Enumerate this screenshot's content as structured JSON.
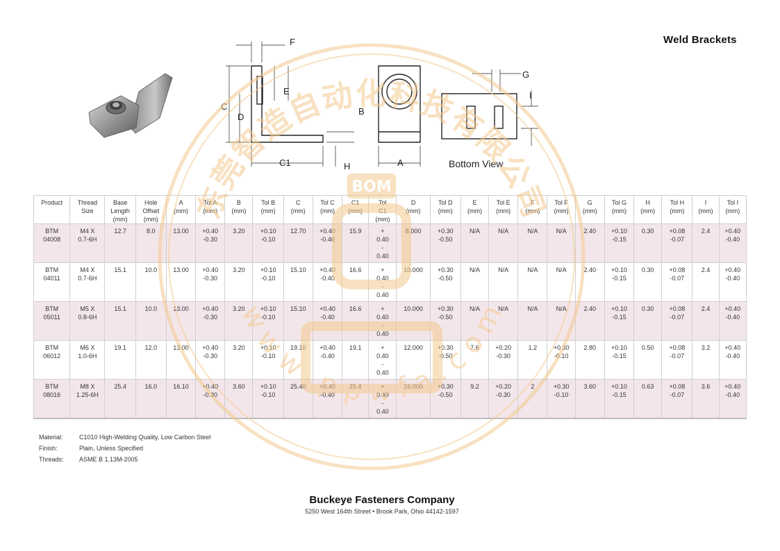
{
  "page_title": "Weld Brackets",
  "drawing": {
    "labels": [
      "F",
      "E",
      "C",
      "D",
      "B",
      "C1",
      "H",
      "A",
      "G",
      "I"
    ],
    "bottom_view_label": "Bottom View"
  },
  "table": {
    "headers": [
      "Product",
      "Thread\nSize",
      "Base\nLength\n(mm)",
      "Hole\nOffset\n(mm)",
      "A\n(mm)",
      "Tol A\n(mm)",
      "B\n(mm)",
      "Tol B\n(mm)",
      "C\n(mm)",
      "Tol C\n(mm)",
      "C1\n(mm)",
      "Tol\nC1\n(mm)",
      "D\n(mm)",
      "Tol D\n(mm)",
      "E\n(mm)",
      "Tol E\n(mm)",
      "F\n(mm)",
      "Tol F\n(mm)",
      "G\n(mm)",
      "Tol G\n(mm)",
      "H\n(mm)",
      "Tol H\n(mm)",
      "I\n(mm)",
      "Tol I\n(mm)"
    ],
    "rows": [
      [
        "BTM\n04008",
        "M4 X\n0.7-6H",
        "12.7",
        "8.0",
        "13.00",
        "+0.40\n-0.30",
        "3.20",
        "+0.10\n-0.10",
        "12.70",
        "+0.40\n-0.40",
        "15.9",
        "+\n0.40\n-\n0.40",
        "8.000",
        "+0.30\n-0.50",
        "N/A",
        "N/A",
        "N/A",
        "N/A",
        "2.40",
        "+0.10\n-0.15",
        "0.30",
        "+0.08\n-0.07",
        "2.4",
        "+0.40\n-0.40"
      ],
      [
        "BTM\n04011",
        "M4 X\n0.7-6H",
        "15.1",
        "10.0",
        "13.00",
        "+0.40\n-0.30",
        "3.20",
        "+0.10\n-0.10",
        "15.10",
        "+0.40\n-0.40",
        "16.6",
        "+\n0.40\n-\n0.40",
        "10.000",
        "+0.30\n-0.50",
        "N/A",
        "N/A",
        "N/A",
        "N/A",
        "2.40",
        "+0.10\n-0.15",
        "0.30",
        "+0.08\n-0.07",
        "2.4",
        "+0.40\n-0.40"
      ],
      [
        "BTM\n05011",
        "M5 X\n0.8-6H",
        "15.1",
        "10.0",
        "13.00",
        "+0.40\n-0.30",
        "3.20",
        "+0.10\n-0.10",
        "15.10",
        "+0.40\n-0.40",
        "16.6",
        "+\n0.40\n-\n0.40",
        "10.000",
        "+0.30\n-0.50",
        "N/A",
        "N/A",
        "N/A",
        "N/A",
        "2.40",
        "+0.10\n-0.15",
        "0.30",
        "+0.08\n-0.07",
        "2.4",
        "+0.40\n-0.40"
      ],
      [
        "BTM\n06012",
        "M6 X\n1.0-6H",
        "19.1",
        "12.0",
        "13.00",
        "+0.40\n-0.30",
        "3.20",
        "+0.10\n-0.10",
        "19.10",
        "+0.40\n-0.40",
        "19.1",
        "+\n0.40\n-\n0.40",
        "12.000",
        "+0.30\n-0.50",
        "7.6",
        "+0.20\n-0.30",
        "1.2",
        "+0.30\n-0.10",
        "2.80",
        "+0.10\n-0.15",
        "0.50",
        "+0.08\n-0.07",
        "3.2",
        "+0.40\n-0.40"
      ],
      [
        "BTM\n08016",
        "M8 X\n1.25-6H",
        "25.4",
        "16.0",
        "16.10",
        "+0.40\n-0.30",
        "3.60",
        "+0.10\n-0.10",
        "25.40",
        "+0.40\n-0.40",
        "25.4",
        "+\n0.40\n-\n0.40",
        "16.000",
        "+0.30\n-0.50",
        "9.2",
        "+0.20\n-0.30",
        "2",
        "+0.30\n-0.10",
        "3.60",
        "+0.10\n-0.15",
        "0.63",
        "+0.08\n-0.07",
        "3.6",
        "+0.40\n-0.40"
      ]
    ]
  },
  "notes": [
    {
      "label": "Material:",
      "value": "C1010 High-Welding Quality, Low Carbon Steel"
    },
    {
      "label": "Finish:",
      "value": "Plain, Unless Specified"
    },
    {
      "label": "Threads:",
      "value": "ASME B 1.13M-2005"
    }
  ],
  "company": {
    "name": "Buckeye Fasteners Company",
    "address": "5250 West 164th Street • Brook Park, Ohio 44142-1597"
  },
  "watermark": {
    "top_text": "东莞智造自动化科技有限公司",
    "badge_text": "BOM",
    "bottom_text": "w w w . p p w f a . c o m",
    "color": "#f3c98f"
  }
}
